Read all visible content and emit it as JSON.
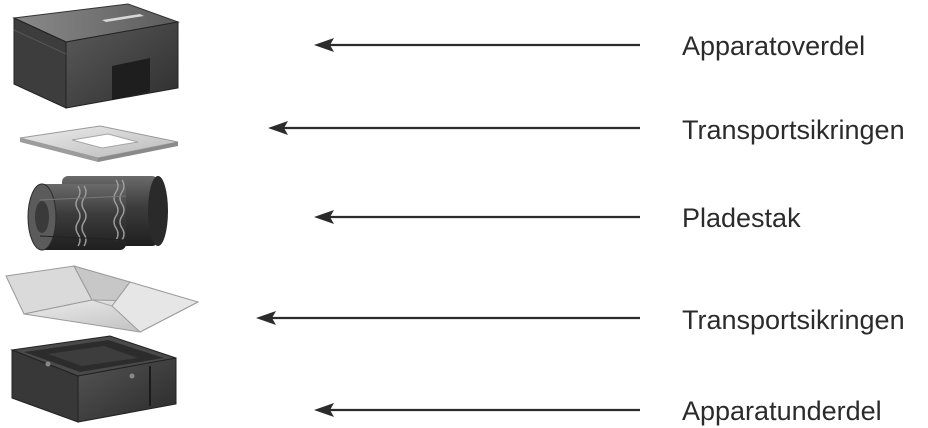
{
  "diagram": {
    "parts": [
      {
        "id": "top-case",
        "label": "Apparatoverdel"
      },
      {
        "id": "transport-lock-upper",
        "label": "Transportsikringen"
      },
      {
        "id": "plate-stack",
        "label": "Pladestak"
      },
      {
        "id": "transport-lock-lower",
        "label": "Transportsikringen"
      },
      {
        "id": "bottom-case",
        "label": "Apparatunderdel"
      }
    ]
  }
}
